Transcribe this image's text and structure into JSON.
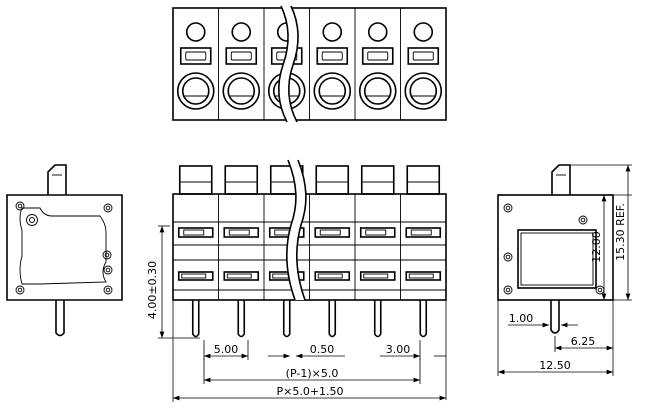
{
  "dimensions": {
    "pitch": "5.00",
    "gap": "0.50",
    "edge": "3.00",
    "span_pitch": "(P-1)×5.0",
    "span_total": "P×5.0+1.50",
    "height_tol": "4.00±0.30",
    "right_inner_h": "12.00",
    "right_ref": "15.30 REF.",
    "right_pin_off": "1.00",
    "right_pin_pos": "6.25",
    "right_width": "12.50"
  }
}
